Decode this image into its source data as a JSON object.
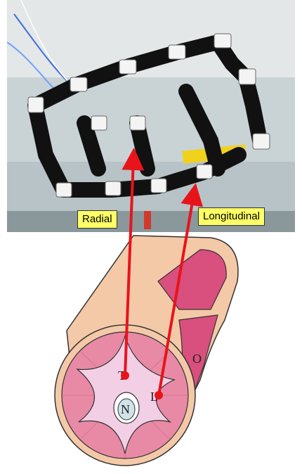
{
  "photo": {
    "caption": ""
  },
  "labels": {
    "radial": "Radial",
    "longitudinal": "Longitudinal"
  },
  "diagram_letters": {
    "transverse": "T",
    "longitudinal": "L",
    "oblique": "O",
    "nerve": "N"
  },
  "colors": {
    "arrow": "#e8141b",
    "label_bg": "#ffff66",
    "muscle_pink": "#e88aa5",
    "muscle_dark": "#d94f7e",
    "sheath": "#f4c9a8",
    "center": "#f3cfe6"
  }
}
